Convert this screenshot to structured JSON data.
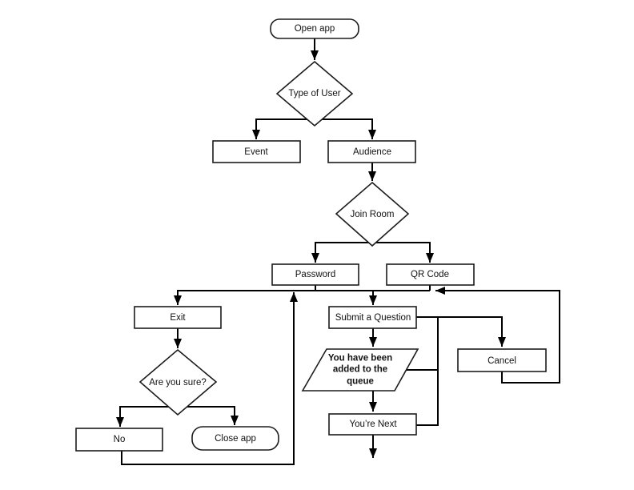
{
  "colors": {
    "background": "#ffffff",
    "line": "#000000",
    "node_fill": "#ffffff",
    "node_border": "#1c1c1c",
    "text": "#111111"
  },
  "nodes": {
    "open_app": {
      "label": "Open app",
      "shape": "terminator"
    },
    "type_of_user": {
      "label": "Type of User",
      "shape": "decision"
    },
    "event": {
      "label": "Event",
      "shape": "process"
    },
    "audience": {
      "label": "Audience",
      "shape": "process"
    },
    "join_room": {
      "label": "Join Room",
      "shape": "decision"
    },
    "password": {
      "label": "Password",
      "shape": "process"
    },
    "qr_code": {
      "label": "QR Code",
      "shape": "process"
    },
    "exit": {
      "label": "Exit",
      "shape": "process"
    },
    "submit_question": {
      "label": "Submit a Question",
      "shape": "process"
    },
    "are_you_sure": {
      "label": "Are you sure?",
      "shape": "decision"
    },
    "queue_message": {
      "label": "You have been added to the queue",
      "shape": "input-output"
    },
    "cancel": {
      "label": "Cancel",
      "shape": "process"
    },
    "no": {
      "label": "No",
      "shape": "process"
    },
    "close_app": {
      "label": "Close app",
      "shape": "terminator"
    },
    "youre_next": {
      "label": "You’re Next",
      "shape": "process"
    }
  },
  "edges": [
    {
      "from": "open_app",
      "to": "type_of_user",
      "arrow": true
    },
    {
      "from": "type_of_user",
      "to": "event",
      "arrow": true
    },
    {
      "from": "type_of_user",
      "to": "audience",
      "arrow": true
    },
    {
      "from": "audience",
      "to": "join_room",
      "arrow": true
    },
    {
      "from": "join_room",
      "to": "password",
      "arrow": true
    },
    {
      "from": "join_room",
      "to": "qr_code",
      "arrow": true
    },
    {
      "from": "password",
      "to": "junction-line",
      "arrow": false
    },
    {
      "from": "qr_code",
      "to": "junction-line",
      "arrow": false
    },
    {
      "from": "junction-line",
      "to": "exit",
      "arrow": true
    },
    {
      "from": "junction-line",
      "to": "submit_question",
      "arrow": true
    },
    {
      "from": "exit",
      "to": "are_you_sure",
      "arrow": true
    },
    {
      "from": "are_you_sure",
      "to": "no",
      "arrow": true
    },
    {
      "from": "are_you_sure",
      "to": "close_app",
      "arrow": true
    },
    {
      "from": "no",
      "to": "junction-line",
      "arrow": true
    },
    {
      "from": "submit_question",
      "to": "queue_message",
      "arrow": true
    },
    {
      "from": "submit_question",
      "to": "cancel",
      "arrow": true
    },
    {
      "from": "cancel",
      "to": "junction-line",
      "arrow": true
    },
    {
      "from": "queue_message",
      "to": "youre_next",
      "arrow": true
    },
    {
      "from": "queue_message",
      "to": "cancel-branch-line",
      "arrow": false
    },
    {
      "from": "cancel-branch-line",
      "to": "youre_next",
      "arrow": false
    },
    {
      "from": "youre_next",
      "to": "flow-continues",
      "arrow": true
    }
  ]
}
